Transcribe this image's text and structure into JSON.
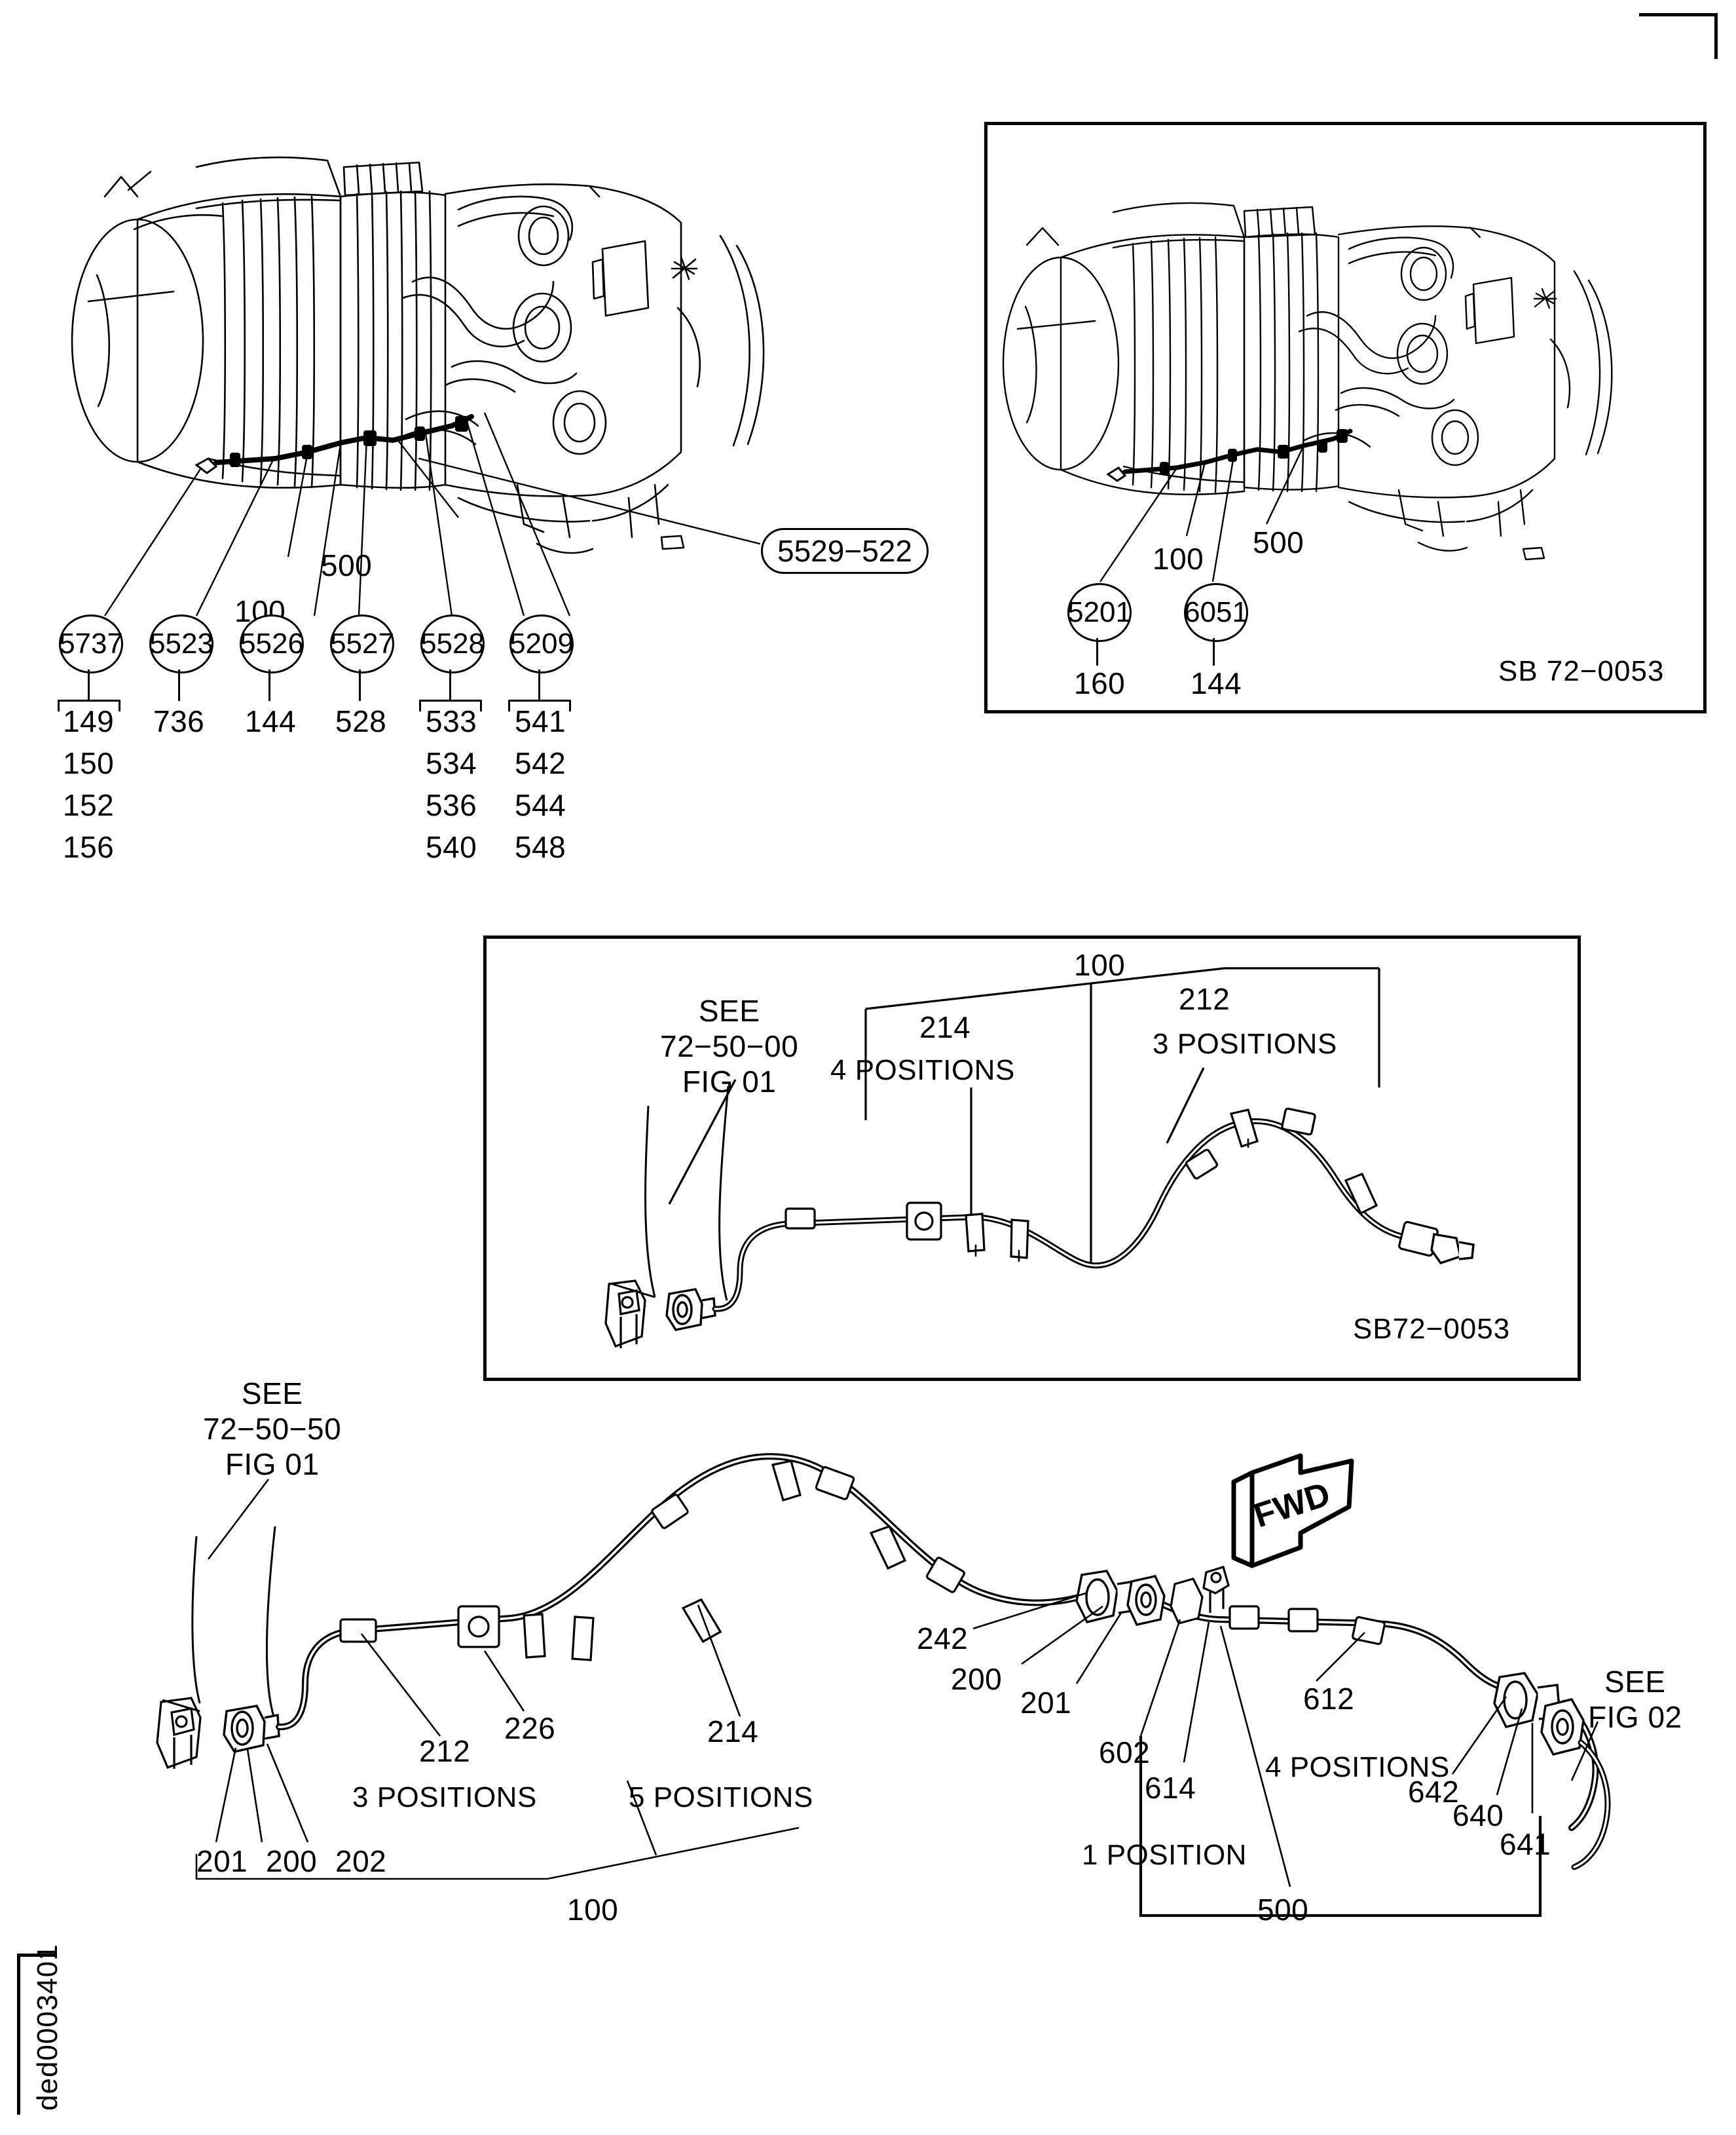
{
  "page": {
    "figure_id": "ded0003401",
    "corner_mark": "registration-corner"
  },
  "top_left_view": {
    "labels": {
      "p500": "500",
      "p100": "100"
    },
    "oval_callout": "5529−522",
    "callouts": [
      {
        "circle": "5737",
        "bracket": true,
        "items": [
          "149",
          "150",
          "152",
          "156"
        ]
      },
      {
        "circle": "5523",
        "bracket": false,
        "items": [
          "736"
        ]
      },
      {
        "circle": "5526",
        "bracket": false,
        "items": [
          "144"
        ]
      },
      {
        "circle": "5527",
        "bracket": false,
        "items": [
          "528"
        ]
      },
      {
        "circle": "5528",
        "bracket": true,
        "items": [
          "533",
          "534",
          "536",
          "540"
        ]
      },
      {
        "circle": "5209",
        "bracket": true,
        "items": [
          "541",
          "542",
          "544",
          "548"
        ]
      }
    ]
  },
  "top_right_box": {
    "sb_label": "SB 72−0053",
    "labels": {
      "p100": "100",
      "p500": "500"
    },
    "callouts": [
      {
        "circle": "5201",
        "item": "160"
      },
      {
        "circle": "6051",
        "item": "144"
      }
    ]
  },
  "middle_box": {
    "sb_label": "SB72−0053",
    "see_ref": {
      "line1": "SEE",
      "line2": "72−50−00",
      "line3": "FIG 01"
    },
    "labels": {
      "p100": "100",
      "p214": "214",
      "p214_positions": "4 POSITIONS",
      "p212": "212",
      "p212_positions": "3 POSITIONS"
    }
  },
  "bottom_view": {
    "see_ref_left": {
      "line1": "SEE",
      "line2": "72−50−50",
      "line3": "FIG 01"
    },
    "see_ref_right": {
      "line1": "SEE",
      "line2": "FIG 02"
    },
    "fwd_arrow": "FWD",
    "labels": {
      "p212": "212",
      "p212_positions": "3 POSITIONS",
      "p226": "226",
      "p214": "214",
      "p214_positions": "5 POSITIONS",
      "p242": "242",
      "p200": "200",
      "p201": "201",
      "p201b": "201",
      "p200b": "200",
      "p202": "202",
      "p100": "100",
      "p602": "602",
      "p614": "614",
      "p614_positions": "1 POSITION",
      "p500": "500",
      "p612": "612",
      "p612_positions": "4 POSITIONS",
      "p642": "642",
      "p640": "640",
      "p641": "641"
    }
  },
  "colors": {
    "ink": "#000000",
    "paper": "#ffffff"
  }
}
